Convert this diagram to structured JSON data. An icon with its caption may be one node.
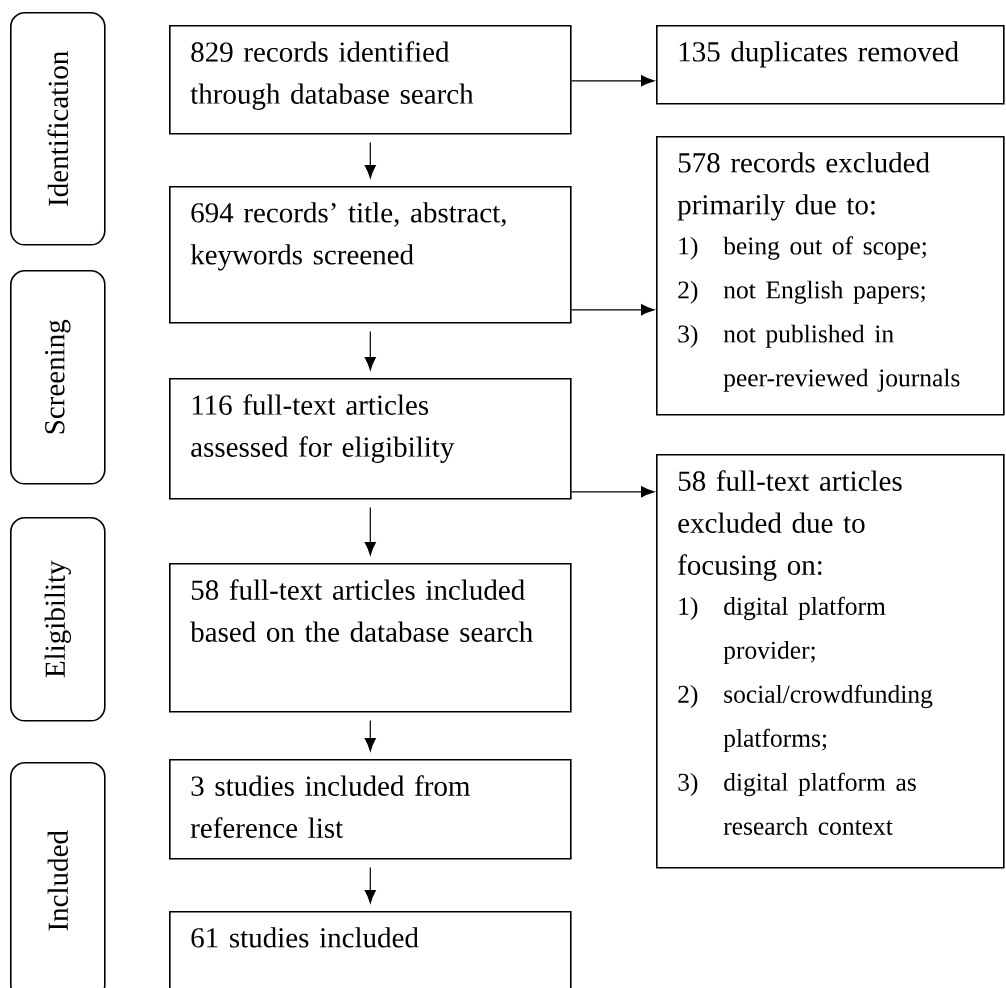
{
  "diagram": {
    "nodes": [
      {
        "text": [
          "Identification"
        ]
      },
      {
        "text": [
          "Screening"
        ]
      },
      {
        "text": [
          "Eligibility"
        ]
      },
      {
        "text": [
          "Included"
        ]
      },
      {
        "text": [
          "829 records identified through database search"
        ]
      },
      {
        "text": [
          "135 duplicates removed"
        ]
      },
      {
        "text": [
          "694 records’ title, abstract, keywords screened"
        ]
      },
      {
        "text": [
          "578 records excluded primarily due to:",
          "1)",
          "being out of scope;",
          "2)",
          "not English papers;",
          "3)",
          "not published in peer-reviewed journals"
        ]
      },
      {
        "text": [
          "116 full-text articles assessed for eligibility"
        ]
      },
      {
        "text": [
          "58 full-text articles excluded due to focusing on:",
          "1)",
          "digital platform provider;",
          "2)",
          "social/crowdfunding platforms;",
          "3)",
          "digital platform as research context"
        ]
      },
      {
        "text": [
          "58 full-text articles included based on the database search"
        ]
      },
      {
        "text": [
          "3 studies included from reference list"
        ]
      },
      {
        "text": [
          "61 studies included"
        ]
      }
    ],
    "edges": [
      {
        "from": 4,
        "to": 5,
        "arrow": "to"
      },
      {
        "from": 4,
        "to": 6,
        "arrow": "to"
      },
      {
        "from": 6,
        "to": 7,
        "arrow": "to"
      },
      {
        "from": 6,
        "to": 8,
        "arrow": "to"
      },
      {
        "from": 8,
        "to": 9,
        "arrow": "to"
      },
      {
        "from": 8,
        "to": 10,
        "arrow": "to"
      },
      {
        "from": 10,
        "to": 11,
        "arrow": "to"
      },
      {
        "from": 11,
        "to": 12,
        "arrow": "to"
      }
    ]
  }
}
